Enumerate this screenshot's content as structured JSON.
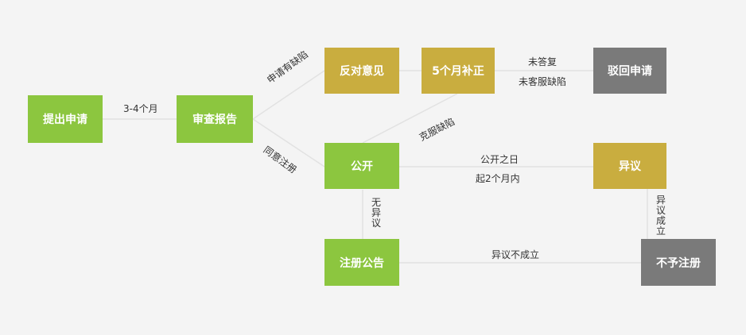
{
  "nodes": {
    "submit": "提出申请",
    "exam_report": "审查报告",
    "opposition": "反对意见",
    "correction": "5个月补正",
    "reject": "驳回申请",
    "publish": "公开",
    "objection": "异议",
    "reg_notice": "注册公告",
    "no_reg": "不予注册"
  },
  "edges": {
    "submit_exam": "3-4个月",
    "defect": "申请有缺陷",
    "agree": "同意注册",
    "not_answered": "未答复",
    "not_overcome": "未客服缺陷",
    "overcome": "克服缺陷",
    "publish_date": "公开之日",
    "within_2m": "起2个月内",
    "no_objection": "无异议",
    "objection_valid": "异议成立",
    "objection_invalid": "异议不成立"
  },
  "colors": {
    "green": "#8cc63f",
    "gold": "#c9ad3f",
    "gray": "#7a7a7a",
    "line": "#e2e2e2"
  }
}
